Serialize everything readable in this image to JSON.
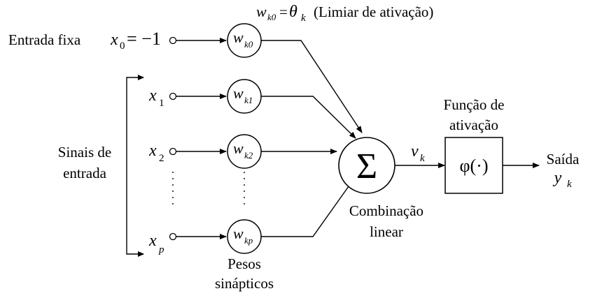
{
  "labels": {
    "fixed_input": "Entrada fixa",
    "input_signals_line1": "Sinais de",
    "input_signals_line2": "entrada",
    "threshold_note": "(Limiar de ativação)",
    "weights_line1": "Pesos",
    "weights_line2": "sinápticos",
    "combiner_line1": "Combinação",
    "combiner_line2": "linear",
    "activation_line1": "Função de",
    "activation_line2": "ativação",
    "output_label": "Saída"
  },
  "symbols": {
    "x0_base": "x",
    "x0_sub": "0",
    "x0_value": "= −1",
    "x1_base": "x",
    "x1_sub": "1",
    "x2_base": "x",
    "x2_sub": "2",
    "xp_base": "x",
    "xp_sub": "p",
    "w_base": "w",
    "wk0_sub": "k0",
    "wk1_sub": "k1",
    "wk2_sub": "k2",
    "wkp_sub": "kp",
    "threshold_w": "w",
    "threshold_w_sub": "k0",
    "threshold_eq": "=",
    "theta": "θ",
    "theta_sub": "k",
    "sum": "Σ",
    "v": "v",
    "v_sub": "k",
    "phi": "φ(·)",
    "y": "y",
    "y_sub": "k"
  }
}
